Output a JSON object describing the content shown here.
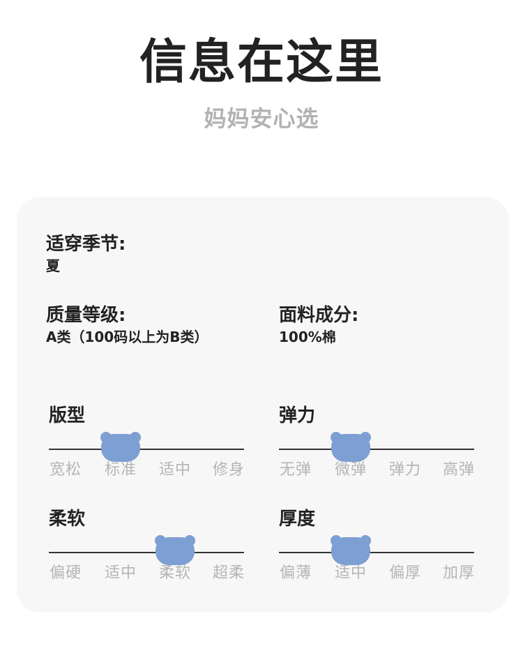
{
  "header": {
    "title": "信息在这里",
    "subtitle": "妈妈安心选"
  },
  "colors": {
    "bear": "#7d9fd3",
    "line": "#333333",
    "option_text": "#b5b5b5",
    "card_bg": "#f7f7f7"
  },
  "info": {
    "season": {
      "label": "适穿季节:",
      "value": "夏"
    },
    "quality": {
      "label": "质量等级:",
      "value": "A类（100码以上为B类）"
    },
    "fabric": {
      "label": "面料成分:",
      "value": "100%棉"
    }
  },
  "scales": {
    "fit": {
      "title": "版型",
      "options": [
        "宽松",
        "标准",
        "适中",
        "修身"
      ],
      "selected_index": 1
    },
    "elasticity": {
      "title": "弹力",
      "options": [
        "无弹",
        "微弹",
        "弹力",
        "高弹"
      ],
      "selected_index": 1
    },
    "softness": {
      "title": "柔软",
      "options": [
        "偏硬",
        "适中",
        "柔软",
        "超柔"
      ],
      "selected_index": 2
    },
    "thickness": {
      "title": "厚度",
      "options": [
        "偏薄",
        "适中",
        "偏厚",
        "加厚"
      ],
      "selected_index": 1
    }
  }
}
